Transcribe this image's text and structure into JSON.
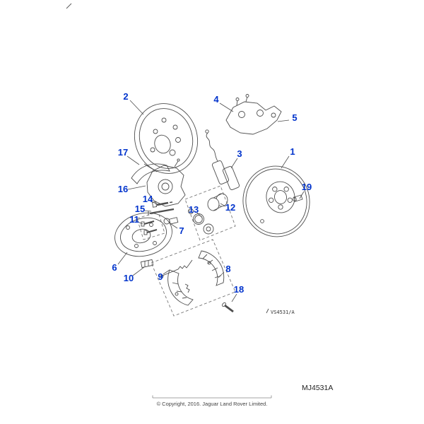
{
  "diagram": {
    "callouts": {
      "c1": "1",
      "c2": "2",
      "c3": "3",
      "c4": "4",
      "c5": "5",
      "c6": "6",
      "c7": "7",
      "c8": "8",
      "c9": "9",
      "c10": "10",
      "c11": "11",
      "c12": "12",
      "c13": "13",
      "c14": "14",
      "c15": "15",
      "c16": "16",
      "c17": "17",
      "c18": "18",
      "c19": "19"
    },
    "drawing_ref": "VS4531/A"
  },
  "footer": {
    "figure_code": "MJ4531A",
    "copyright": "© Copyright, 2016. Jaguar Land Rover Limited."
  },
  "colors": {
    "callout_blue": "#0033cc",
    "line_gray": "#4d4d4d",
    "dash_gray": "#777777",
    "text_dark": "#333333"
  }
}
